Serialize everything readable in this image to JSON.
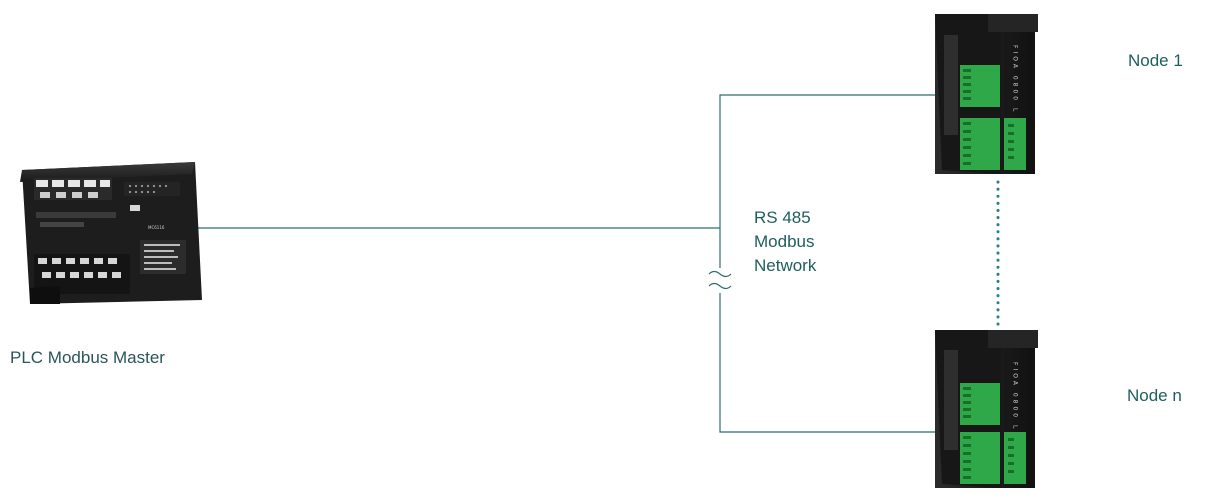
{
  "diagram": {
    "master": {
      "label": "PLC Modbus Master",
      "device_model": "MC6116"
    },
    "network": {
      "lines": [
        "RS 485",
        "Modbus",
        "Network"
      ]
    },
    "nodes": [
      {
        "label": "Node 1",
        "module_text": "FIOA 0800 L"
      },
      {
        "label": "Node n",
        "module_text": "FIOA 0800 L"
      }
    ]
  },
  "colors": {
    "line": "#2e6d6f",
    "label": "#1d5e60",
    "dots": "#2a7f86",
    "device_body": "#1c1c1c",
    "terminal_green": "#2fa84a"
  }
}
